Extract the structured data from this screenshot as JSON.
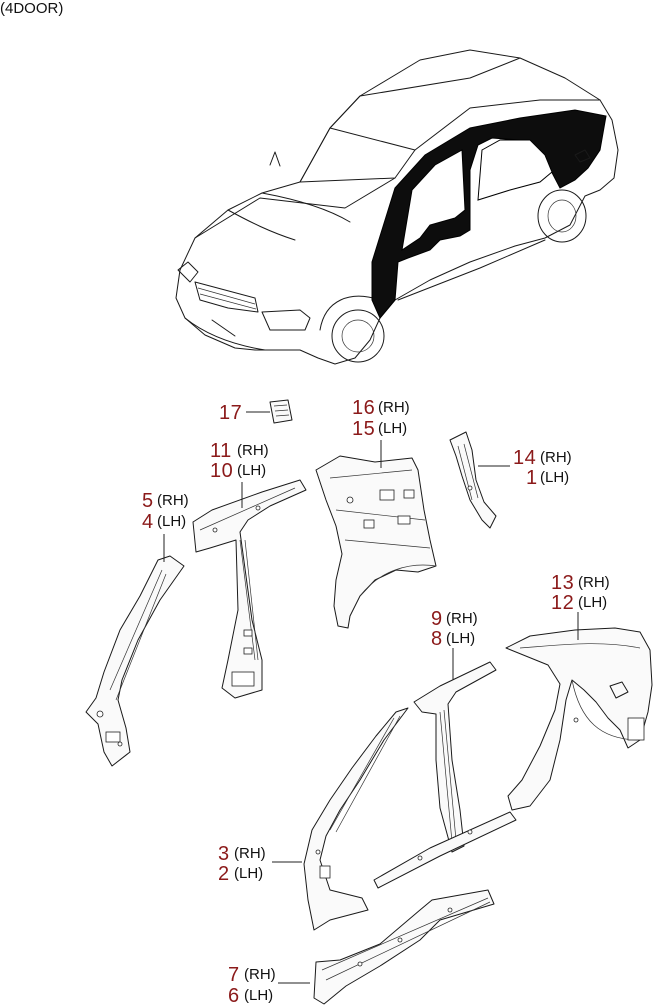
{
  "caption": "(4DOOR)",
  "callouts": [
    {
      "id": "c17",
      "numbers": [
        "17"
      ],
      "sides": []
    },
    {
      "id": "c16",
      "numbers": [
        "16",
        "15"
      ],
      "sides": [
        "(RH)",
        "(LH)"
      ]
    },
    {
      "id": "c11",
      "numbers": [
        "11",
        "10"
      ],
      "sides": [
        "(RH)",
        "(LH)"
      ]
    },
    {
      "id": "c14",
      "numbers": [
        "14",
        "1"
      ],
      "sides": [
        "(RH)",
        "(LH)"
      ]
    },
    {
      "id": "c5",
      "numbers": [
        "5",
        "4"
      ],
      "sides": [
        "(RH)",
        "(LH)"
      ]
    },
    {
      "id": "c13",
      "numbers": [
        "13",
        "12"
      ],
      "sides": [
        "(RH)",
        "(LH)"
      ]
    },
    {
      "id": "c9",
      "numbers": [
        "9",
        "8"
      ],
      "sides": [
        "(RH)",
        "(LH)"
      ]
    },
    {
      "id": "c3",
      "numbers": [
        "3",
        "2"
      ],
      "sides": [
        "(RH)",
        "(LH)"
      ]
    },
    {
      "id": "c7",
      "numbers": [
        "7",
        "6"
      ],
      "sides": [
        "(RH)",
        "(LH)"
      ]
    }
  ]
}
